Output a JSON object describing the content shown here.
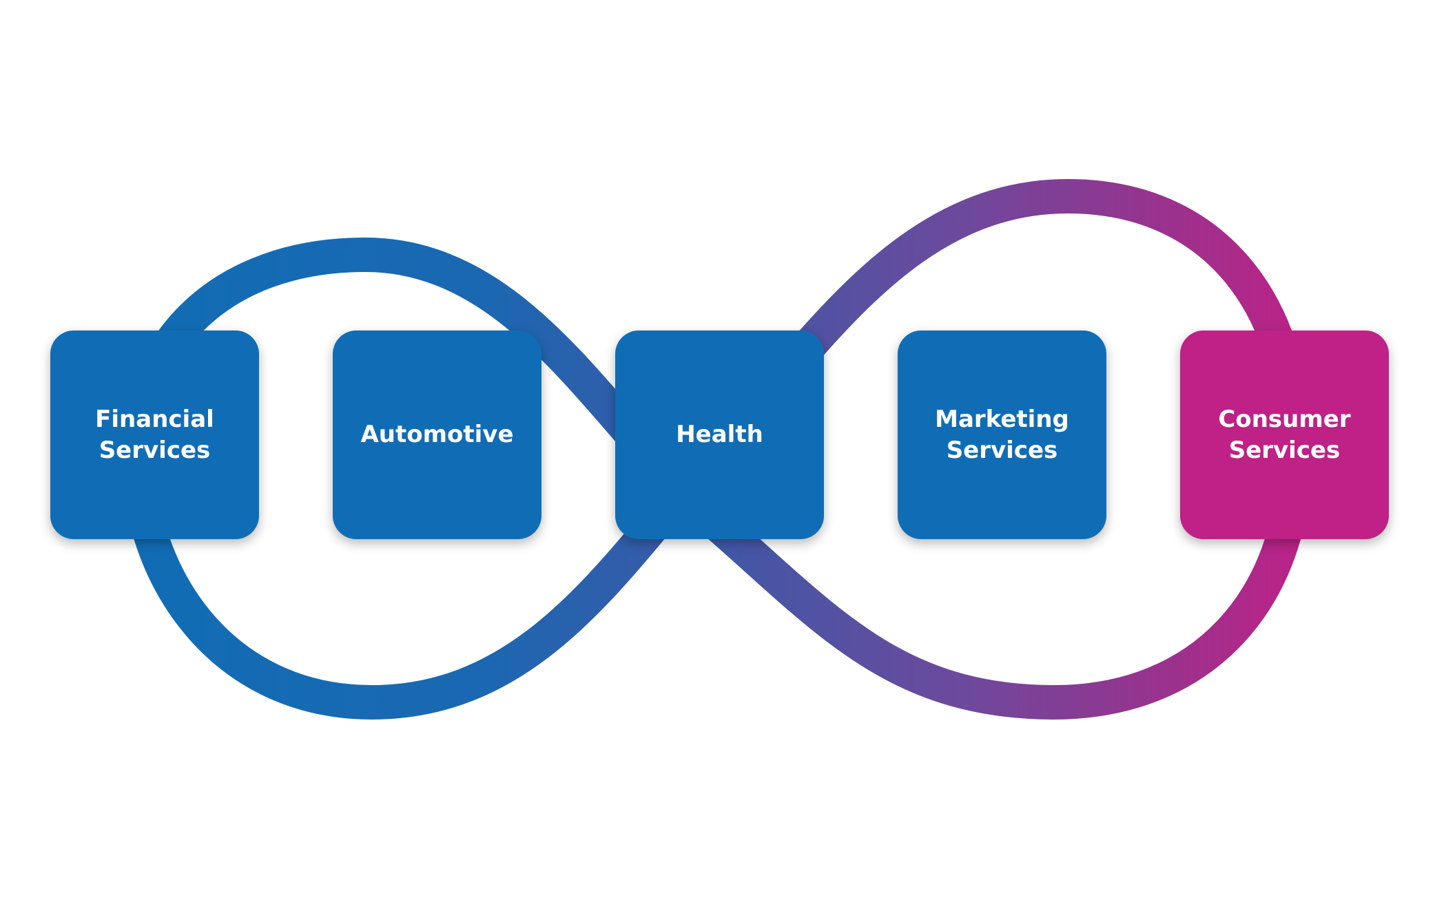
{
  "colors": {
    "tile_blue": "#106db5",
    "tile_magenta": "#bf2186",
    "ribbon_start": "#106db5",
    "ribbon_mid": "#3b5bab",
    "ribbon_end": "#bf2186"
  },
  "segments": [
    {
      "label": "Financial\nServices",
      "color": "#106db5"
    },
    {
      "label": "Automotive",
      "color": "#106db5"
    },
    {
      "label": "Health",
      "color": "#106db5"
    },
    {
      "label": "Marketing\nServices",
      "color": "#106db5"
    },
    {
      "label": "Consumer\nServices",
      "color": "#bf2186"
    }
  ]
}
